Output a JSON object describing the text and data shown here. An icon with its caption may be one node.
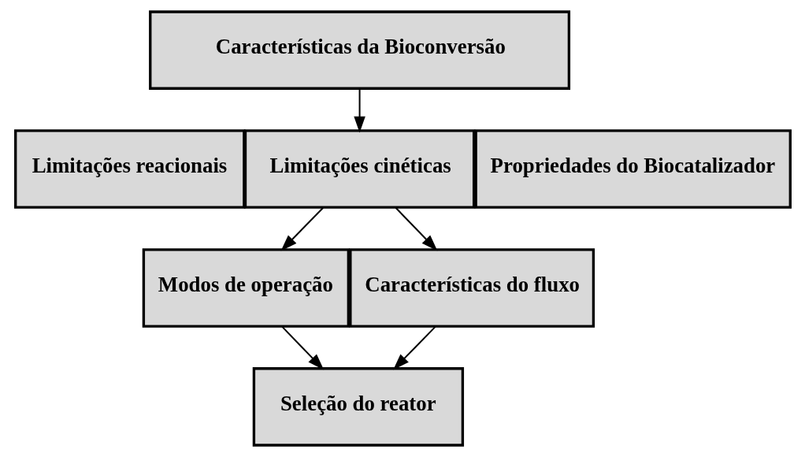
{
  "diagram": {
    "nodes": [
      {
        "text": [
          "Características da Bioconversão"
        ]
      },
      {
        "text": [
          "Limitações reacionais"
        ]
      },
      {
        "text": [
          "Limitações cinéticas"
        ]
      },
      {
        "text": [
          "Propriedades do Biocatalizador"
        ]
      },
      {
        "text": [
          "Modos de operação"
        ]
      },
      {
        "text": [
          "Características do fluxo"
        ]
      },
      {
        "text": [
          "Seleção do reator"
        ]
      }
    ],
    "edges": [
      {
        "from": 0,
        "to": 2,
        "arrow": "to"
      },
      {
        "from": 2,
        "to": 4,
        "arrow": "to"
      },
      {
        "from": 2,
        "to": 5,
        "arrow": "to"
      },
      {
        "from": 4,
        "to": 6,
        "arrow": "to"
      },
      {
        "from": 5,
        "to": 6,
        "arrow": "to"
      }
    ]
  }
}
